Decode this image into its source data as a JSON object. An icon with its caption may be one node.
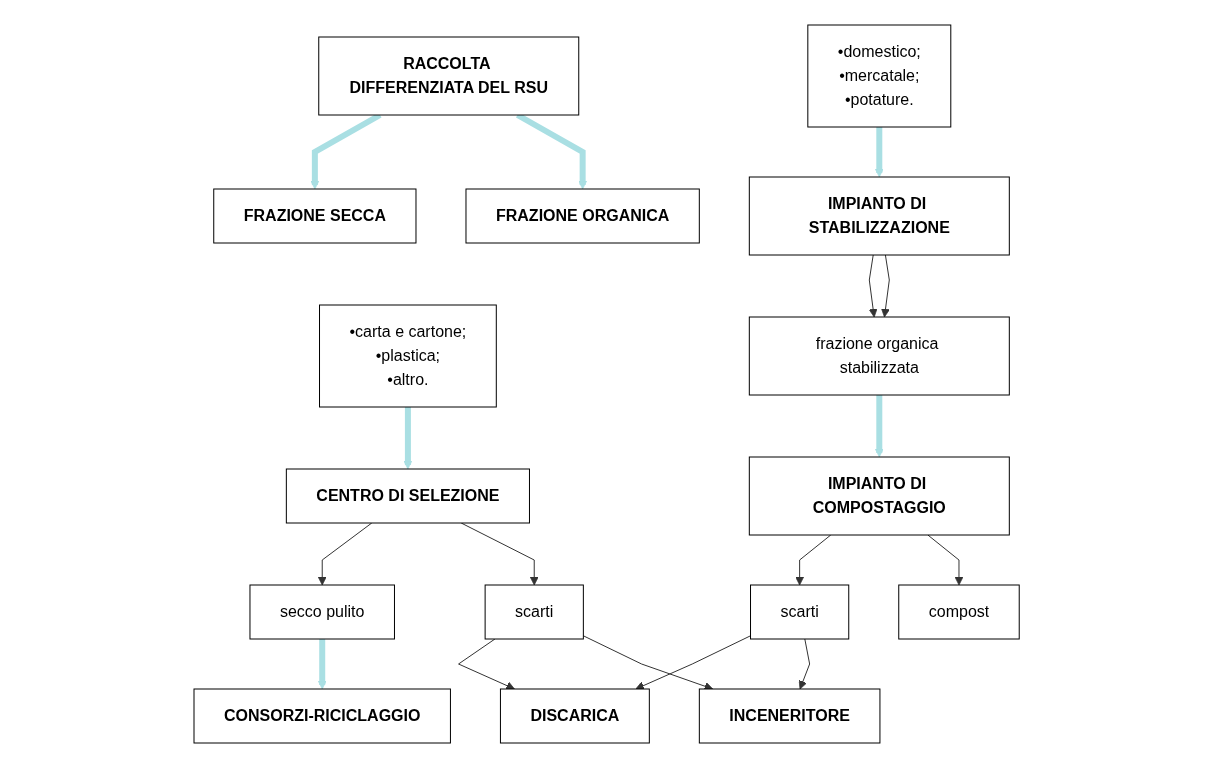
{
  "diagram": {
    "nodes": [
      {
        "text": [
          "RACCOLTA DIFFERENZIATA DEL RSU"
        ]
      },
      {
        "text": [
          "FRAZIONE ORGANICA"
        ]
      },
      {
        "text": [
          "•domestico;",
          "•mercatale;",
          "•potature."
        ]
      },
      {
        "text": [
          "FRAZIONE SECCA"
        ]
      },
      {
        "text": [
          "•carta e cartone;",
          "•plastica;",
          "•altro."
        ]
      },
      {
        "text": [
          "IMPIANTO DI STABILIZZAZIONE"
        ]
      },
      {
        "text": [
          "CENTRO DI SELEZIONE"
        ]
      },
      {
        "text": [
          "frazione organica stabilizzata"
        ]
      },
      {
        "text": [
          "scarti"
        ]
      },
      {
        "text": [
          "secco pulito"
        ]
      },
      {
        "text": [
          "IMPIANTO DI COMPOSTAGGIO"
        ]
      },
      {
        "text": [
          "CONSORZI-RICICLAGGIO"
        ]
      },
      {
        "text": [
          "compost"
        ]
      },
      {
        "text": [
          "scarti"
        ]
      },
      {
        "text": [
          "INCENERITORE"
        ]
      },
      {
        "text": [
          "DISCARICA"
        ]
      }
    ],
    "edges": [
      {
        "from": 0,
        "to": 1,
        "arrow": "to",
        "style": "thick",
        "color": "#a9dfe3"
      },
      {
        "from": 0,
        "to": 3,
        "arrow": "to",
        "style": "thick",
        "color": "#a9dfe3"
      },
      {
        "from": 2,
        "to": 5,
        "arrow": "to",
        "style": "thick",
        "color": "#a9dfe3"
      },
      {
        "from": 4,
        "to": 6,
        "arrow": "to",
        "style": "thick",
        "color": "#a9dfe3"
      },
      {
        "from": 5,
        "to": 7,
        "arrow": "to"
      },
      {
        "from": 5,
        "to": 7,
        "arrow": "to"
      },
      {
        "from": 6,
        "to": 8,
        "arrow": "to"
      },
      {
        "from": 6,
        "to": 9,
        "arrow": "to"
      },
      {
        "from": 7,
        "to": 10,
        "arrow": "to",
        "style": "thick",
        "color": "#a9dfe3"
      },
      {
        "from": 9,
        "to": 11,
        "arrow": "to",
        "style": "thick",
        "color": "#a9dfe3"
      },
      {
        "from": 10,
        "to": 12,
        "arrow": "to"
      },
      {
        "from": 10,
        "to": 13,
        "arrow": "to"
      },
      {
        "from": 13,
        "to": 14,
        "arrow": "to"
      },
      {
        "from": 13,
        "to": 15,
        "arrow": "to"
      },
      {
        "from": 8,
        "to": 14,
        "arrow": "to"
      },
      {
        "from": 8,
        "to": 15,
        "arrow": "to"
      }
    ]
  }
}
